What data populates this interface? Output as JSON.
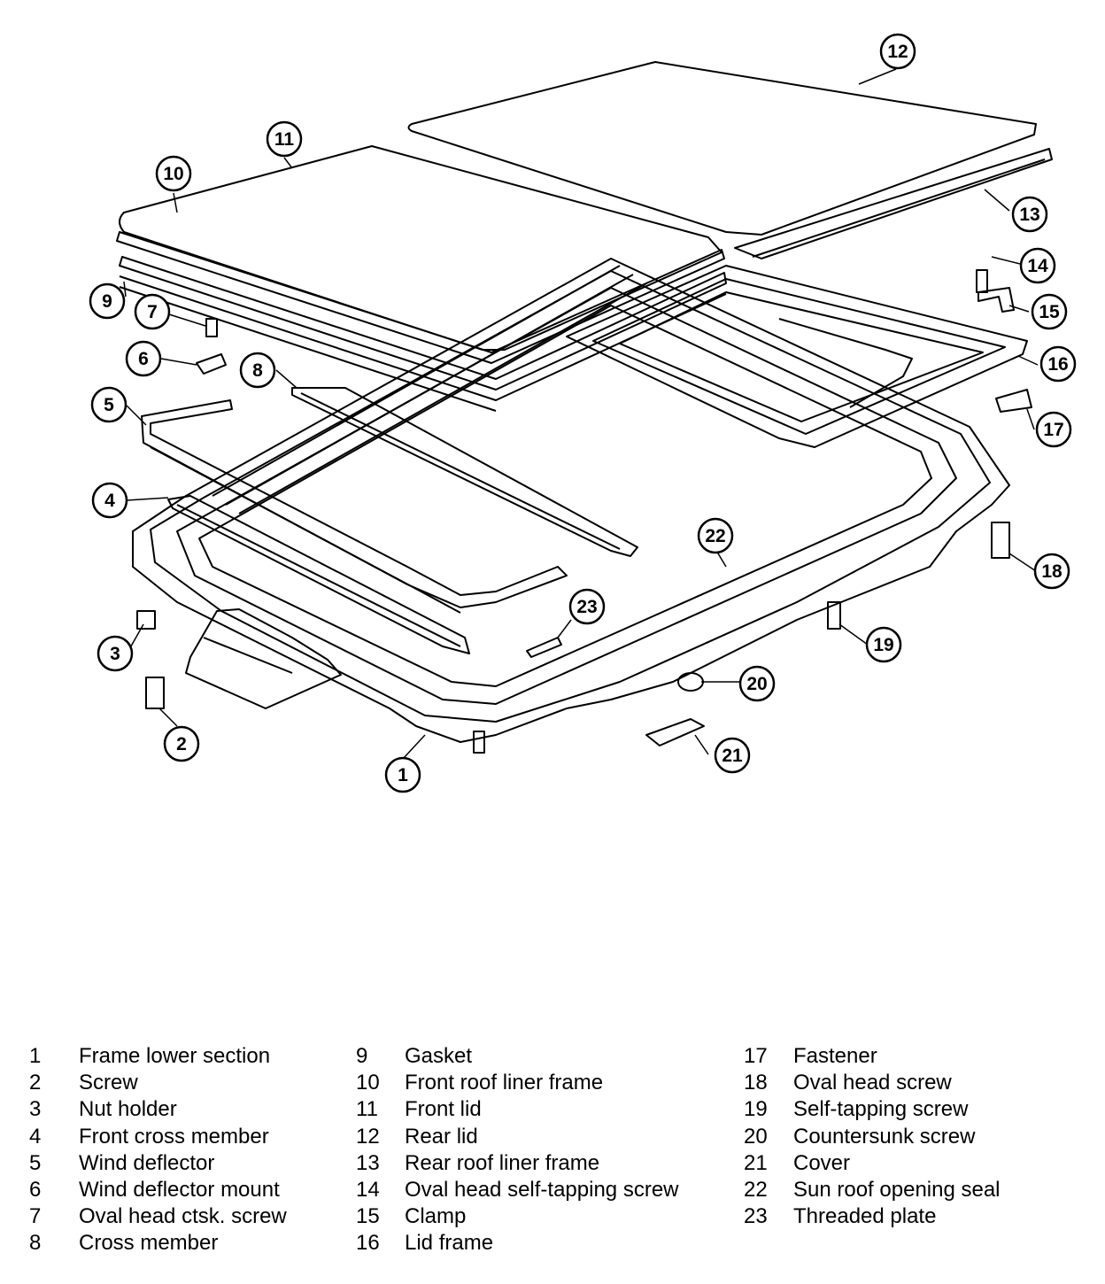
{
  "callouts": [
    "1",
    "2",
    "3",
    "4",
    "5",
    "6",
    "7",
    "8",
    "9",
    "10",
    "11",
    "12",
    "13",
    "14",
    "15",
    "16",
    "17",
    "18",
    "19",
    "20",
    "21",
    "22",
    "23"
  ],
  "legend": {
    "columns": [
      [
        {
          "num": "1",
          "label": "Frame lower section"
        },
        {
          "num": "2",
          "label": "Screw"
        },
        {
          "num": "3",
          "label": "Nut holder"
        },
        {
          "num": "4",
          "label": "Front cross member"
        },
        {
          "num": "5",
          "label": "Wind deflector"
        },
        {
          "num": "6",
          "label": "Wind deflector mount"
        },
        {
          "num": "7",
          "label": "Oval head ctsk. screw"
        },
        {
          "num": "8",
          "label": "Cross member"
        }
      ],
      [
        {
          "num": "9",
          "label": "Gasket"
        },
        {
          "num": "10",
          "label": "Front roof liner frame"
        },
        {
          "num": "11",
          "label": "Front lid"
        },
        {
          "num": "12",
          "label": "Rear lid"
        },
        {
          "num": "13",
          "label": "Rear roof liner frame"
        },
        {
          "num": "14",
          "label": "Oval head self-tapping screw"
        },
        {
          "num": "15",
          "label": "Clamp"
        },
        {
          "num": "16",
          "label": "Lid frame"
        }
      ],
      [
        {
          "num": "17",
          "label": "Fastener"
        },
        {
          "num": "18",
          "label": "Oval head screw"
        },
        {
          "num": "19",
          "label": "Self-tapping screw"
        },
        {
          "num": "20",
          "label": "Countersunk screw"
        },
        {
          "num": "21",
          "label": "Cover"
        },
        {
          "num": "22",
          "label": "Sun roof opening seal"
        },
        {
          "num": "23",
          "label": "Threaded plate"
        }
      ]
    ]
  }
}
